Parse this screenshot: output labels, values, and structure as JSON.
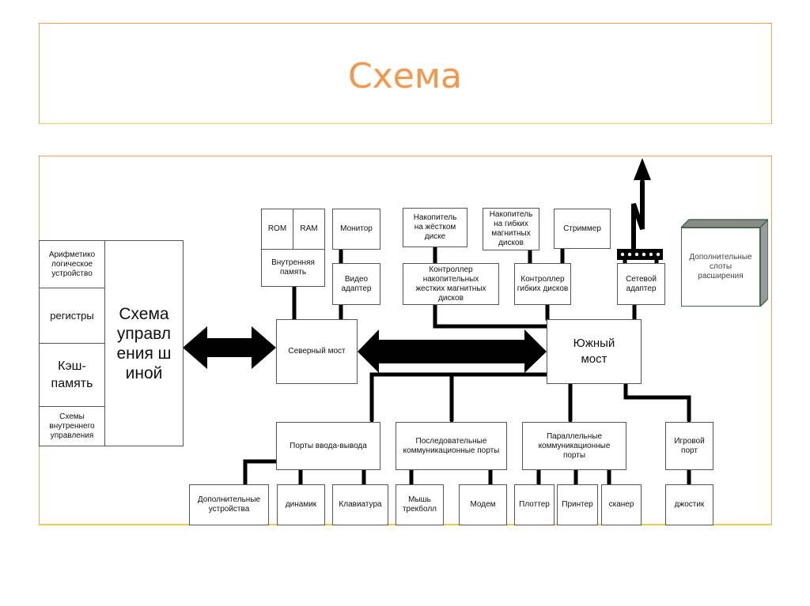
{
  "slide": {
    "title": "Схема"
  },
  "colors": {
    "accent": "#f79646",
    "frame_border": "#f5a25d",
    "expansion_border": "#3f6b4a"
  },
  "cpu": {
    "alu": "Арифметико логическое устройство",
    "registers": "регистры",
    "cache": "Кэш-память",
    "internal_control": "Схемы внутреннего управления",
    "bus_control": "Схема управл ения шиной"
  },
  "memory": {
    "rom": "ROM",
    "ram": "RAM",
    "internal_memory": "Внутренняя память"
  },
  "video": {
    "monitor": "Монитор",
    "video_adapter": "Видео адаптер"
  },
  "storage": {
    "hdd": "Накопитель на жёстком диске",
    "hdd_controller": "Контроллер накопительных жестких магнитных дисков",
    "fdd": "Накопитель на гибких магнитных дисков",
    "fdd_controller": "Контроллер гибких дисков",
    "streamer": "Стриммер"
  },
  "network": {
    "network_adapter": "Сетевой адаптер"
  },
  "expansion_slots": "Дополнительные слоты расширения",
  "bridges": {
    "north": "Северный мост",
    "south": "Южный мост"
  },
  "ports": {
    "io": "Порты ввода-вывода",
    "serial": "Последовательные коммуникационные порты",
    "parallel": "Параллельные коммуникационные порты",
    "game": "Игровой порт"
  },
  "devices": {
    "extra": "Дополнительные устройства",
    "speaker": "динамик",
    "keyboard": "Клавиатура",
    "mouse": "Мышь трекболл",
    "modem": "Модем",
    "plotter": "Плоттер",
    "printer": "Принтер",
    "scanner": "сканер",
    "joystick": "джостик"
  }
}
